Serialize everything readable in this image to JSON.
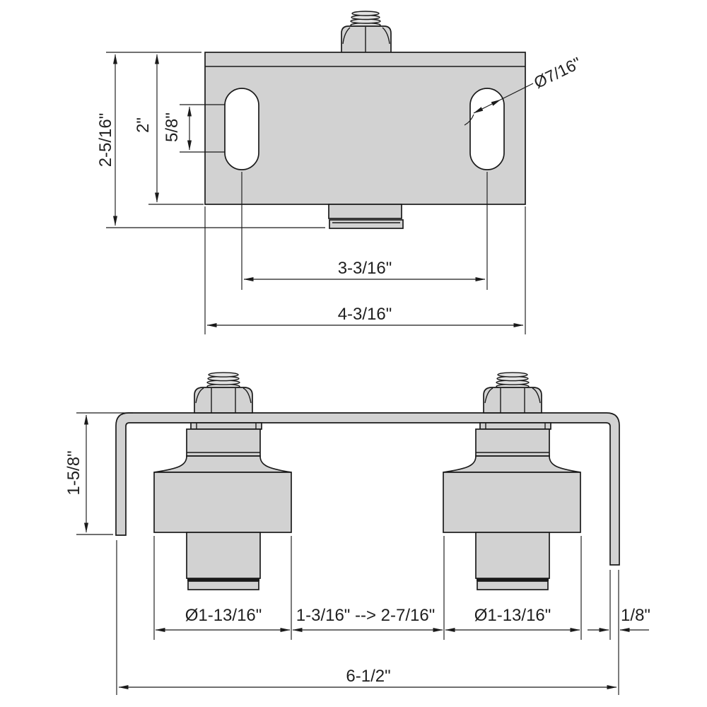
{
  "drawing": {
    "type": "technical-dimension-drawing",
    "part": "double wheel hanger bracket"
  },
  "colors": {
    "part_fill": "#d2d2d2",
    "bright_fill": "#e2e2e2",
    "line": "#1a1a1a",
    "background": "#ffffff"
  },
  "top_view": {
    "overall_height": "2-5/16\"",
    "plate_height": "2\"",
    "slot_straight_length": "5/8\"",
    "slot_width": "Ø7/16\"",
    "slot_spacing": "3-3/16\"",
    "overall_width": "4-3/16\""
  },
  "bottom_view": {
    "bracket_drop": "1-5/8\"",
    "left_wheel_diameter": "Ø1-13/16\"",
    "wheel_gap_range": "1-3/16\" --> 2-7/16\"",
    "right_wheel_diameter": "Ø1-13/16\"",
    "plate_thickness": "1/8\"",
    "overall_width": "6-1/2\""
  }
}
